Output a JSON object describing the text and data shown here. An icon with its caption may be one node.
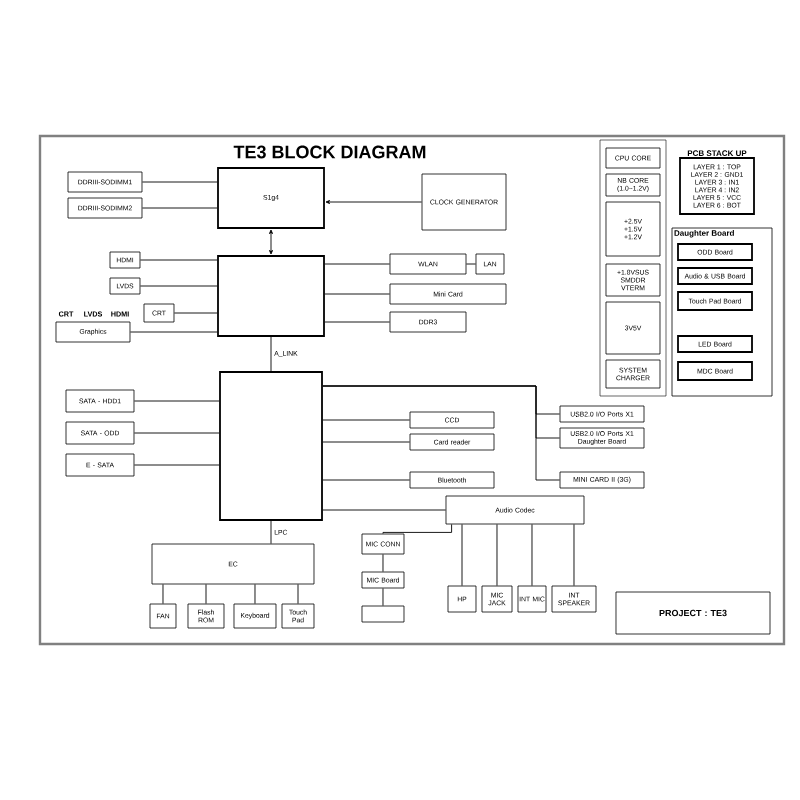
{
  "diagram": {
    "title": "TE3 BLOCK DIAGRAM",
    "nodes": [
      {
        "text": [
          "DDRIII-SODIMM1"
        ]
      },
      {
        "text": [
          "DDRIII-SODIMM2"
        ]
      },
      {
        "text": [
          "S1g4"
        ]
      },
      {
        "text": [
          "CLOCK GENERATOR"
        ]
      },
      {
        "text": [],
        "shape": "box"
      },
      {
        "text": [
          "HDMI"
        ]
      },
      {
        "text": [
          "LVDS"
        ]
      },
      {
        "text": [
          "Graphics"
        ],
        "beside": [
          "CRT",
          "LVDS",
          "HDMI"
        ]
      },
      {
        "text": [
          "CRT"
        ]
      },
      {
        "text": [
          "WLAN"
        ]
      },
      {
        "text": [
          "LAN"
        ]
      },
      {
        "text": [
          "Mini Card"
        ]
      },
      {
        "text": [
          "DDR3"
        ]
      },
      {
        "text": [],
        "shape": "box"
      },
      {
        "text": [
          "SATA - HDD1"
        ]
      },
      {
        "text": [
          "SATA - ODD"
        ]
      },
      {
        "text": [
          "E - SATA"
        ]
      },
      {
        "text": [
          "EC"
        ]
      },
      {
        "text": [
          "FAN"
        ]
      },
      {
        "text": [
          "Flash ROM"
        ]
      },
      {
        "text": [
          "Keyboard"
        ]
      },
      {
        "text": [
          "Touch Pad"
        ]
      },
      {
        "text": [
          "CCD"
        ]
      },
      {
        "text": [
          "Card reader"
        ]
      },
      {
        "text": [
          "Bluetooth"
        ]
      },
      {
        "text": [
          "USB2.0 I/O Ports X1"
        ]
      },
      {
        "text": [
          "USB2.0 I/O Ports X1",
          "Daughter Board"
        ]
      },
      {
        "text": [
          "MINI CARD II (3G)"
        ]
      },
      {
        "text": [
          "Audio Codec"
        ]
      },
      {
        "text": [
          "MIC CONN"
        ]
      },
      {
        "text": [
          "MIC Board"
        ]
      },
      {
        "text": [],
        "shape": "box"
      },
      {
        "text": [
          "HP"
        ]
      },
      {
        "text": [
          "MIC JACK"
        ]
      },
      {
        "text": [
          "INT MIC"
        ]
      },
      {
        "text": [
          "INT SPEAKER"
        ]
      },
      {
        "text": [
          "CPU CORE"
        ]
      },
      {
        "text": [
          "NB CORE (1.0~1.2V)"
        ]
      },
      {
        "text": [
          "+2.5V",
          "+1.5V",
          "+1.2V"
        ]
      },
      {
        "text": [
          "+1.8VSUS",
          "SMDDR",
          "VTERM"
        ]
      },
      {
        "text": [
          "3V5V"
        ]
      },
      {
        "text": [
          "SYSTEM CHARGER"
        ]
      },
      {
        "text": [
          "PCB STACK UP",
          "LAYER 1 : TOP",
          "LAYER 2 : GND1",
          "LAYER 3 : IN1",
          "LAYER 4 : IN2",
          "LAYER 5 : VCC",
          "LAYER 6 : BOT"
        ]
      },
      {
        "text": [
          "Daughter Board"
        ]
      },
      {
        "text": [
          "ODD Board"
        ],
        "in": 43
      },
      {
        "text": [
          "Audio & USB Board"
        ],
        "in": 43
      },
      {
        "text": [
          "Touch Pad Board"
        ],
        "in": 43
      },
      {
        "text": [
          "LED Board"
        ],
        "in": 43
      },
      {
        "text": [
          "MDC Board"
        ],
        "in": 43
      },
      {
        "text": [
          "PROJECT : TE3"
        ]
      }
    ],
    "edges": [
      {
        "from": 0,
        "to": 2,
        "arrow": "none"
      },
      {
        "from": 1,
        "to": 2,
        "arrow": "none"
      },
      {
        "from": 3,
        "to": 2,
        "arrow": "to"
      },
      {
        "from": 2,
        "to": 4,
        "arrow": "both"
      },
      {
        "from": 5,
        "to": 4,
        "arrow": "none"
      },
      {
        "from": 6,
        "to": 4,
        "arrow": "none"
      },
      {
        "from": 8,
        "to": 4,
        "arrow": "none"
      },
      {
        "from": 7,
        "to": 4,
        "arrow": "none"
      },
      {
        "from": 4,
        "to": 9,
        "arrow": "none"
      },
      {
        "from": 9,
        "to": 10,
        "arrow": "none"
      },
      {
        "from": 4,
        "to": 11,
        "arrow": "none"
      },
      {
        "from": 4,
        "to": 12,
        "arrow": "none"
      },
      {
        "from": 4,
        "to": 13,
        "arrow": "none",
        "label": "A_LINK"
      },
      {
        "from": 14,
        "to": 13,
        "arrow": "none"
      },
      {
        "from": 15,
        "to": 13,
        "arrow": "none"
      },
      {
        "from": 16,
        "to": 13,
        "arrow": "none"
      },
      {
        "from": 13,
        "to": 22,
        "arrow": "none"
      },
      {
        "from": 13,
        "to": 23,
        "arrow": "none"
      },
      {
        "from": 13,
        "to": 24,
        "arrow": "none"
      },
      {
        "from": 13,
        "to": 25,
        "arrow": "none"
      },
      {
        "from": 13,
        "to": 26,
        "arrow": "none"
      },
      {
        "from": 13,
        "to": 27,
        "arrow": "none"
      },
      {
        "from": 13,
        "to": 28,
        "arrow": "none"
      },
      {
        "from": 13,
        "to": 17,
        "arrow": "none",
        "label": "LPC"
      },
      {
        "from": 17,
        "to": 18,
        "arrow": "none"
      },
      {
        "from": 17,
        "to": 19,
        "arrow": "none"
      },
      {
        "from": 17,
        "to": 20,
        "arrow": "none"
      },
      {
        "from": 17,
        "to": 21,
        "arrow": "none"
      },
      {
        "from": 28,
        "to": 29,
        "arrow": "none"
      },
      {
        "from": 29,
        "to": 30,
        "arrow": "none"
      },
      {
        "from": 30,
        "to": 31,
        "arrow": "none"
      },
      {
        "from": 28,
        "to": 32,
        "arrow": "none"
      },
      {
        "from": 28,
        "to": 33,
        "arrow": "none"
      },
      {
        "from": 28,
        "to": 34,
        "arrow": "none"
      },
      {
        "from": 28,
        "to": 35,
        "arrow": "none"
      }
    ]
  }
}
